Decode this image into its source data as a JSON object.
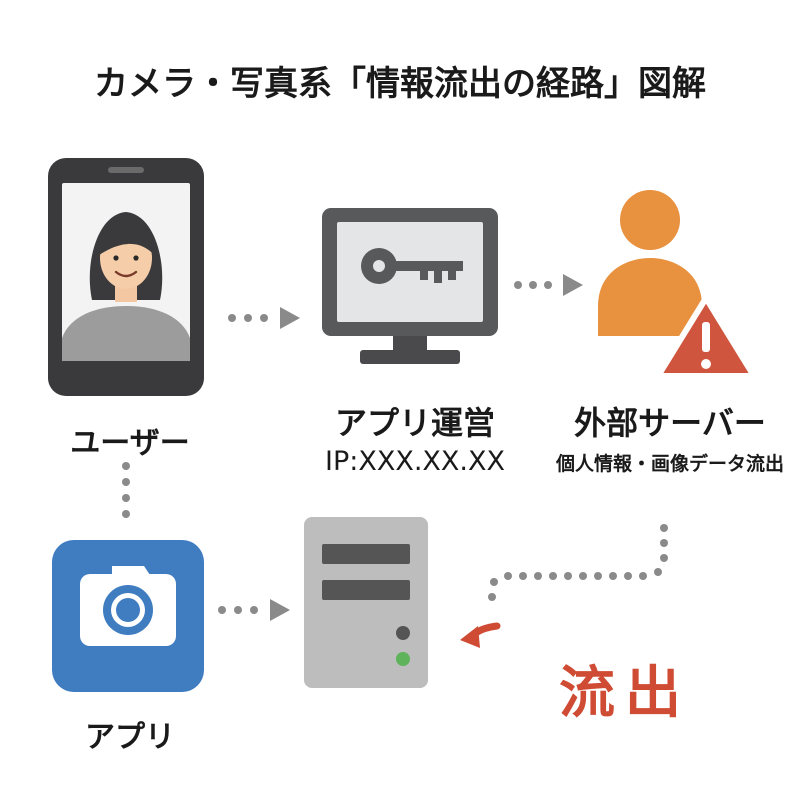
{
  "title": "カメラ・写真系「情報流出の経路」図解",
  "user": {
    "label": "ユーザー"
  },
  "operator": {
    "label": "アプリ運営",
    "ip": "IP:XXX.XX.XX"
  },
  "external_server": {
    "label": "外部サーバー",
    "note": "個人情報・画像データ流出"
  },
  "app": {
    "label": "アプリ"
  },
  "leak": {
    "label": "流出"
  },
  "icons": {
    "user": "smartphone-with-person-icon",
    "operator": "monitor-with-key-icon",
    "external": "person-with-warning-icon",
    "app": "camera-app-icon",
    "server": "server-tower-icon"
  },
  "colors": {
    "device": "#3a3a3c",
    "screen": "#e3e5e7",
    "app_blue": "#3f7cc0",
    "external_orange": "#e8913e",
    "warning_red": "#d0553e",
    "leak_red": "#cf4b34",
    "server_gray": "#bdbdbd",
    "connector": "#8a8a8a"
  }
}
